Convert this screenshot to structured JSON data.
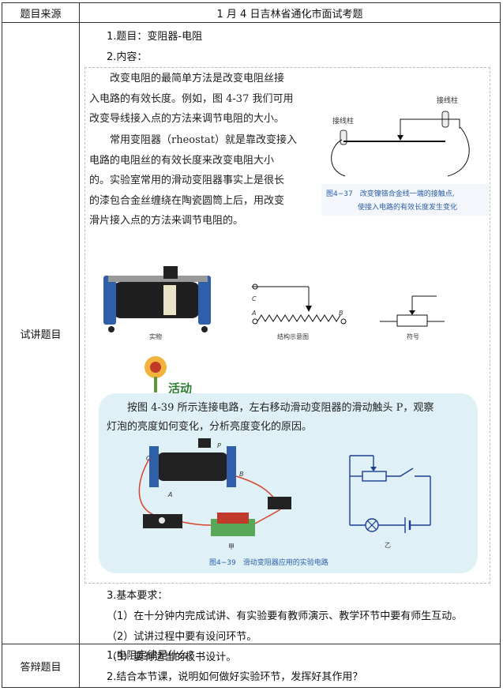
{
  "header": {
    "label": "题目来源",
    "value": "1 月 4 日吉林省通化市面试考题"
  },
  "main": {
    "label": "试讲题目",
    "title_line": "1.题目：变阻器-电阻",
    "content_line": "2.内容：",
    "para1": [
      "　　改变电阻的最简单方法是改变电阻丝接",
      "入电路的有效长度。例如，图 4-37 我们可用",
      "改变导线接入点的方法来调节电阻的大小。"
    ],
    "para2": [
      "　　常用变阻器（rheostat）就是靠改变接入",
      "电路的电阻丝的有效长度来改变电阻大小",
      "的。实验室常用的滑动变阻器事实上是很长",
      "的漆包合金丝缠绕在陶瓷圆筒上后，用改变",
      "滑片接入点的方法来调节电阻的。"
    ],
    "fig437": {
      "left_label": "接线柱",
      "right_label": "接线柱",
      "caption1": "图4−37　改变镍铬合金线一端的接触点,",
      "caption2": "使接入电路的有效长度发生变化"
    },
    "fig438": {
      "cap_real": "实物",
      "cap_diagram": "结构示意图",
      "cap_symbol": "符号",
      "lab_c": "C",
      "lab_a": "A",
      "lab_b": "B"
    },
    "activity": {
      "badge": "活动",
      "text1": "　　按图 4-39 所示连接电路，左右移动滑动变阻器的滑动触头 P，观察",
      "text2": "灯泡的亮度如何变化，分析亮度变化的原因。",
      "caption": "图4−39　滑动变阻器应用的实验电路",
      "lab_c": "C",
      "lab_p": "P",
      "lab_b": "B",
      "lab_a": "A",
      "lab_jia": "甲",
      "lab_yi": "乙"
    },
    "requirements": {
      "title": "3.基本要求：",
      "items": [
        "（1）在十分钟内完成试讲、有实验要有教师演示、教学环节中要有师生互动。",
        "（2）试讲过程中要有设问环节。",
        "（3）要有适当的板书设计。"
      ]
    }
  },
  "answer": {
    "label": "答辩题目",
    "q1": "1.电阻定律是什么？",
    "q2": "2.结合本节课，说明如何做好实验环节，发挥好其作用？"
  }
}
